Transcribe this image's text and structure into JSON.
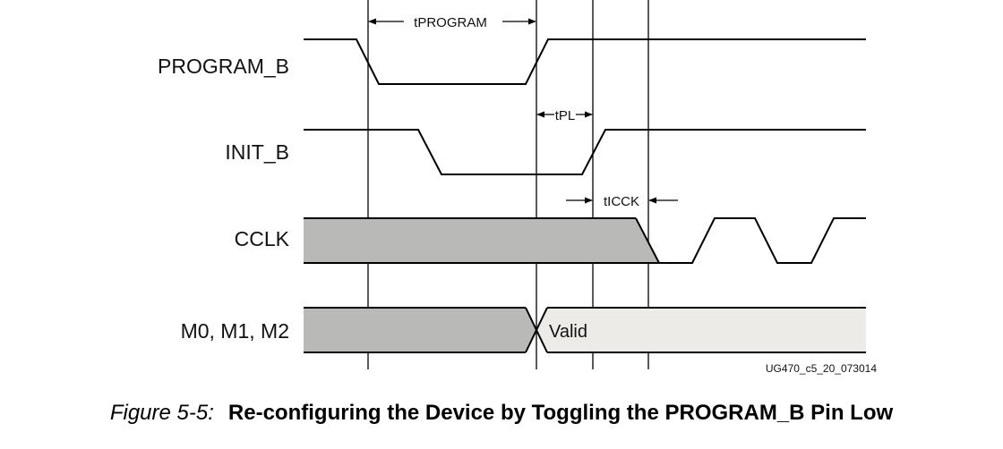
{
  "signals": {
    "program_b": "PROGRAM_B",
    "init_b": "INIT_B",
    "cclk": "CCLK",
    "mode": "M0, M1, M2"
  },
  "measurements": {
    "tprogram": "tPROGRAM",
    "tpl": "tPL",
    "ticck": "tICCK"
  },
  "bus_value": "Valid",
  "figure_id": "UG470_c5_20_073014",
  "caption": {
    "number": "Figure 5-5:",
    "title": "Re-configuring the Device by Toggling the PROGRAM_B Pin Low"
  },
  "colors": {
    "dark_fill": "#b9b9b7",
    "light_fill": "#ecebe8",
    "line": "#000000"
  }
}
